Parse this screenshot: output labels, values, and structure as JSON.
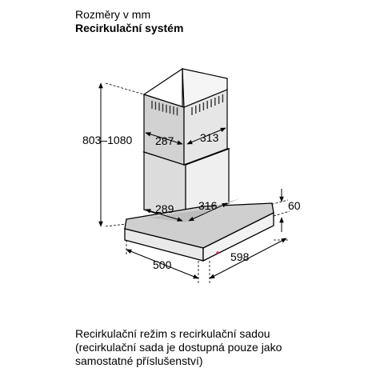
{
  "header": {
    "subtitle": "Rozměry v mm",
    "title": "Recirkulační systém"
  },
  "dimensions": {
    "height_range": "803–1080",
    "upper_chimney_depth": "287",
    "upper_chimney_width": "313",
    "lower_chimney_depth": "289",
    "lower_chimney_width": "316",
    "canopy_height": "60",
    "canopy_depth": "500",
    "canopy_width": "598"
  },
  "caption": {
    "line1": "Recirkulační režim s recirkulační sadou",
    "line2": "(recirkulační sada je dostupná pouze jako",
    "line3": "samostatné příslušenství)"
  },
  "colors": {
    "lines": "#000000",
    "chimney_fill": "#e6e6e6",
    "chimney_dark": "#d2d2d2",
    "canopy_fill": "#ececec",
    "indicator": "#d4145a"
  }
}
